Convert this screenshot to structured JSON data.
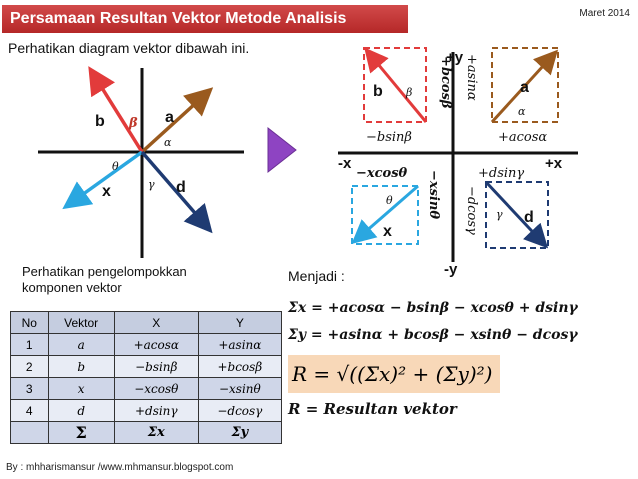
{
  "title": "Persamaan Resultan Vektor Metode Analisis",
  "date": "Maret 2014",
  "instruction": "Perhatikan diagram vektor dibawah ini.",
  "grouping_note": "Perhatikan pengelompokkan komponen vektor",
  "result_label": "Menjadi :",
  "footer": "By : mhharismansur /www.mhmansur.blogspot.com",
  "left_diagram": {
    "vector_a": "a",
    "vector_b": "b",
    "vector_x": "x",
    "vector_d": "d",
    "angle_alpha": "α",
    "angle_beta": "β",
    "angle_theta": "θ",
    "angle_gamma": "γ",
    "colors": {
      "a": "#9a5a1e",
      "b": "#e23b3b",
      "x": "#2aa7e0",
      "d": "#1f3b72"
    }
  },
  "right_diagram": {
    "plus_y": "+y",
    "minus_y": "-y",
    "plus_x": "+x",
    "minus_x": "-x",
    "q1": {
      "label": "a",
      "angle": "α",
      "horiz": "+acosα",
      "vert": "+asinα"
    },
    "q2": {
      "label": "b",
      "angle": "β",
      "horiz": "−bsinβ",
      "vert": "+bcosβ"
    },
    "q3": {
      "label": "x",
      "angle": "θ",
      "horiz": "−xcosθ",
      "vert": "−xsinθ"
    },
    "q4": {
      "label": "d",
      "angle": "γ",
      "horiz": "+dsinγ",
      "vert": "−dcosγ"
    }
  },
  "table": {
    "headers": [
      "No",
      "Vektor",
      "X",
      "Y"
    ],
    "rows": [
      {
        "no": "1",
        "vektor": "a",
        "x": "+acosα",
        "y": "+asinα"
      },
      {
        "no": "2",
        "vektor": "b",
        "x": "−bsinβ",
        "y": "+bcosβ"
      },
      {
        "no": "3",
        "vektor": "x",
        "x": "−xcosθ",
        "y": "−xsinθ"
      },
      {
        "no": "4",
        "vektor": "d",
        "x": "+dsinγ",
        "y": "−dcosγ"
      }
    ],
    "sum_symbol": "Σ",
    "sum_x": "Σx",
    "sum_y": "Σy"
  },
  "equations": {
    "sum_x": "Σx = +acosα − bsinβ − xcosθ + dsinγ",
    "sum_y": "Σy = +asinα + bcosβ − xsinθ − dcosγ",
    "resultant": "R = √((Σx)² + (Σy)²)",
    "definition": "R = Resultan vektor"
  }
}
